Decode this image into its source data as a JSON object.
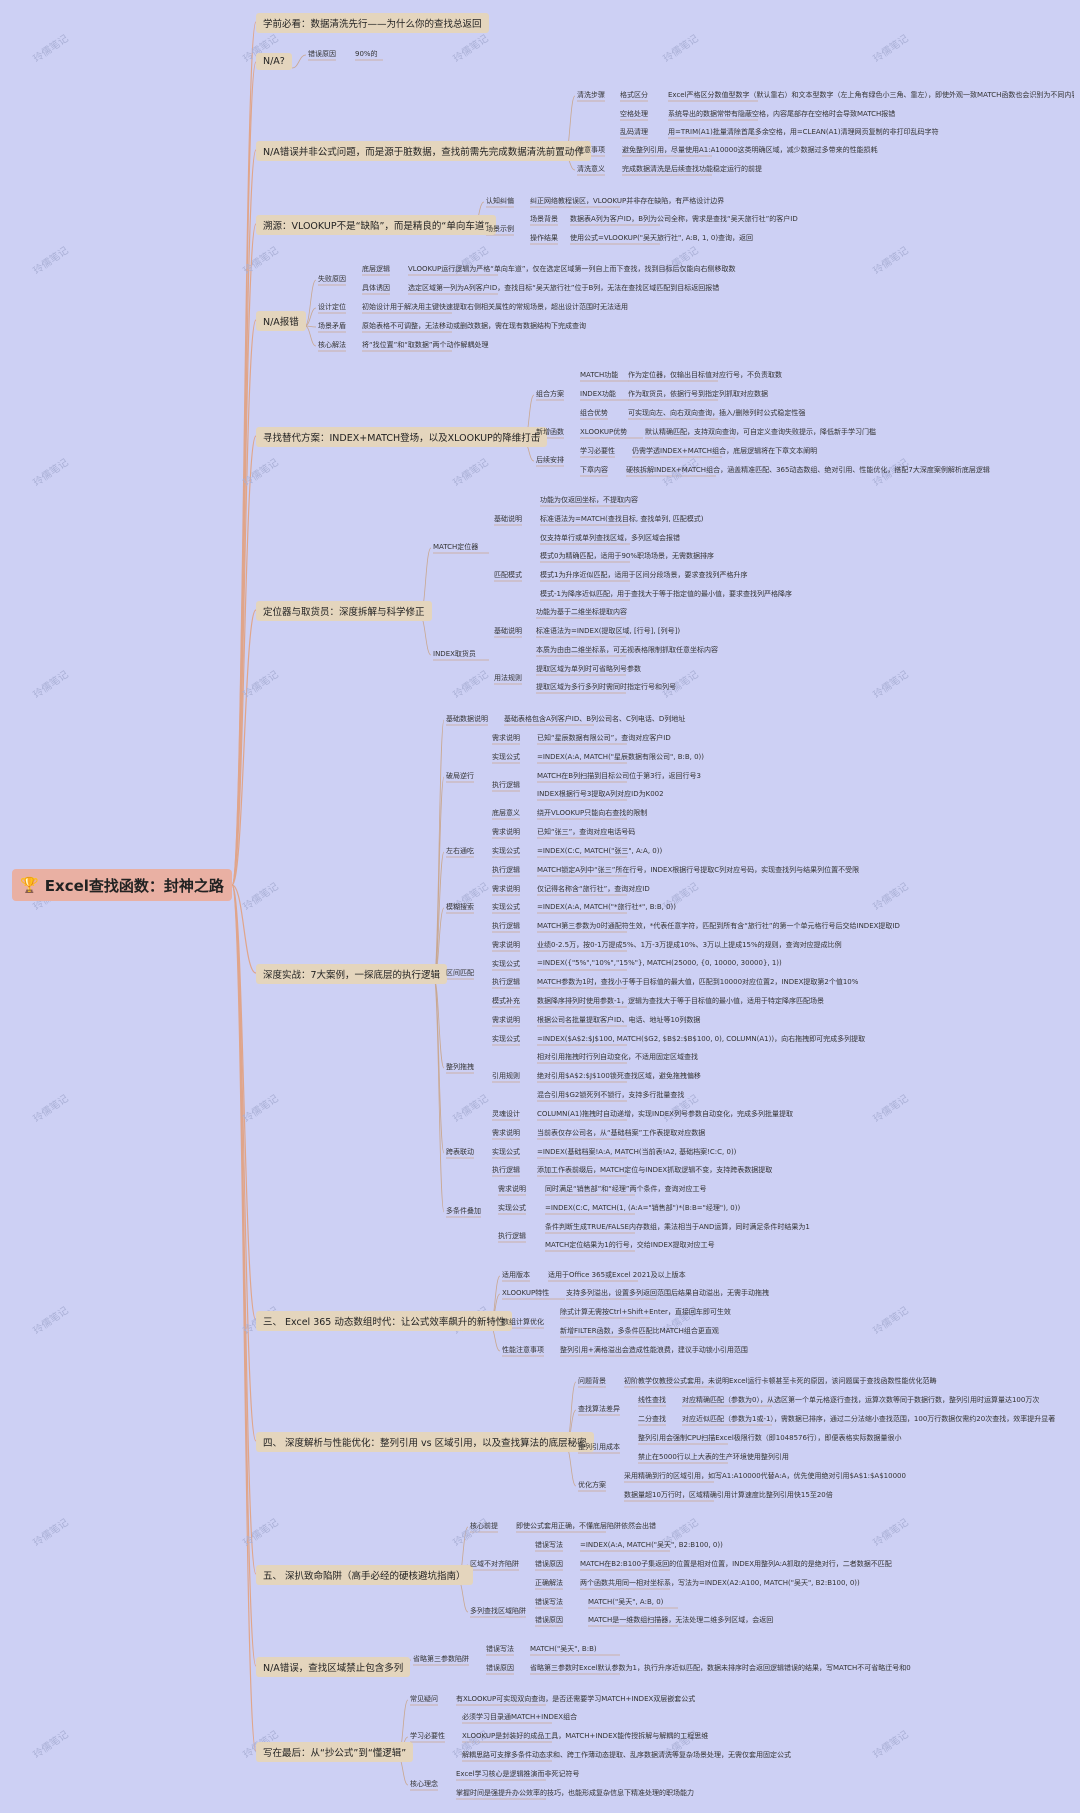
{
  "root": {
    "icon": "🏆",
    "title": "Excel查找函数：封神之路"
  },
  "watermark": "玲儒笔记",
  "b1": "学前必看：数据清洗先行——为什么你的查找总返回",
  "b2": {
    "t": "N/A?",
    "k": "错误原因",
    "v": "90%的"
  },
  "b3": {
    "t": "N/A错误并非公式问题，而是源于脏数据，查找前需先完成数据清洗前置动作",
    "k1": "清洗步骤",
    "s1": "格式区分",
    "s1v": "Excel严格区分数值型数字（默认靠右）和文本型数字（左上角有绿色小三角、靠左），即使外观一致MATCH函数也会识别为不同内容",
    "s2": "空格处理",
    "s2v": "系统导出的数据常带有隐蔽空格，内容尾部存在空格时会导致MATCH报错",
    "s3": "乱码清理",
    "s3v": "用=TRIM(A1)批量清除首尾多余空格，用=CLEAN(A1)清理网页复制的非打印乱码字符",
    "k2": "注意事项",
    "k2v": "避免整列引用，尽量使用A1:A10000这类明确区域，减少数据过多带来的性能损耗",
    "k3": "清洗意义",
    "k3v": "完成数据清洗是后续查找功能稳定运行的前提"
  },
  "b4": {
    "t": "溯源：VLOOKUP不是“缺陷”，而是精良的“单向车道”",
    "k1": "认知纠偏",
    "k1v": "纠正网络教程误区，VLOOKUP并非存在缺陷，有严格设计边界",
    "k2": "场景示例",
    "s1": "场景背景",
    "s1v": "数据表A列为客户ID，B列为公司全称，需求是查找“吴天旅行社”的客户ID",
    "s2": "操作结果",
    "s2v": "使用公式=VLOOKUP(\"吴天旅行社\", A:B, 1, 0)查询，返回"
  },
  "b5": {
    "t": "N/A报错",
    "k1": "失败原因",
    "s1": "底层逻辑",
    "s1v": "VLOOKUP运行逻辑为严格“单向车道”，仅在选定区域第一列自上而下查找，找到目标后仅能向右侧移取数",
    "s2": "具体诱因",
    "s2v": "选定区域第一列为A列客户ID，查找目标“吴天旅行社”位于B列，无法在查找区域匹配到目标返回报错",
    "k2": "设计定位",
    "k2v": "初始设计用于解决用主键快速提取右侧相关属性的常规场景，超出设计范围时无法适用",
    "k3": "场景矛盾",
    "k3v": "原始表格不可调整，无法移动或删改数据，需在现有数据结构下完成查询",
    "k4": "核心解法",
    "k4v": "将“找位置”和“取数据”两个动作解耦处理"
  },
  "b6": {
    "t": "寻找替代方案：INDEX+MATCH登场，以及XLOOKUP的降维打击",
    "k1": "组合方案",
    "s1": "MATCH功能",
    "s1v": "作为定位器，仅输出目标值对应行号，不负责取数",
    "s2": "INDEX功能",
    "s2v": "作为取货员，依据行号到指定列抓取对应数据",
    "s3": "组合优势",
    "s3v": "可实现向左、向右双向查询，插入/删除列时公式稳定性强",
    "k2": "新增函数",
    "k2s": "XLOOKUP优势",
    "k2v": "默认精确匹配，支持双向查询，可自定义查询失败提示，降低新手学习门槛",
    "k3": "后续安排",
    "s4": "学习必要性",
    "s4v": "仍需学透INDEX+MATCH组合，底层逻辑将在下章文本阐明",
    "s5": "下章内容",
    "s5v": "硬核拆解INDEX+MATCH组合，涵盖精准匹配、365动态数组、绝对引用、性能优化，搭配7大深度案例解析底层逻辑"
  },
  "b7": {
    "t": "定位器与取货员：深度拆解与科学修正",
    "m": "MATCH定位器",
    "m1": "基础说明",
    "m1a": "功能为仅返回坐标，不提取内容",
    "m1b": "标准语法为=MATCH(查找目标, 查找单列, 匹配模式)",
    "m1c": "仅支持单行或单列查找区域，多列区域会报错",
    "m2": "匹配模式",
    "m2a": "模式0为精确匹配，适用于90%职场场景，无需数据排序",
    "m2b": "模式1为升序近似匹配，适用于区间分段场景，要求查找列严格升序",
    "m2c": "模式-1为降序近似匹配，用于查找大于等于指定值的最小值，要求查找列严格降序",
    "x": "INDEX取货员",
    "x1": "基础说明",
    "x1a": "功能为基于二维坐标提取内容",
    "x1b": "标准语法为=INDEX(提取区域, [行号], [列号])",
    "x1c": "本质为由由二维坐标系，可无视表格限制抓取任意坐标内容",
    "x2": "用法规则",
    "x2a": "提取区域为单列时可省略列号参数",
    "x2b": "提取区域为多行多列时需同时指定行号和列号"
  },
  "b8": {
    "t": "深度实战：7大案例，一探底层的执行逻辑",
    "base": "基础数据说明",
    "basev": "基础表格包含A列客户ID、B列公司名、C列电话、D列地址",
    "c1": "破局逆行",
    "c1a": "需求说明",
    "c1av": "已知“星辰数据有限公司”，查询对应客户ID",
    "c1b": "实现公式",
    "c1bv": "=INDEX(A:A, MATCH(\"星辰数据有限公司\", B:B, 0))",
    "c1c": "执行逻辑",
    "c1cv1": "MATCH在B列扫描到目标公司位于第3行，返回行号3",
    "c1cv2": "INDEX根据行号3提取A列对应ID为K002",
    "c1d": "底层意义",
    "c1dv": "绕开VLOOKUP只能向右查找的限制",
    "c2": "左右通吃",
    "c2a": "需求说明",
    "c2av": "已知“张三”，查询对应电话号码",
    "c2b": "实现公式",
    "c2bv": "=INDEX(C:C, MATCH(\"张三\", A:A, 0))",
    "c2c": "执行逻辑",
    "c2cv": "MATCH锁定A列中“张三”所在行号，INDEX根据行号提取C列对应号码，实现查找列与结果列位置不受限",
    "c3": "模糊搜索",
    "c3a": "需求说明",
    "c3av": "仅记得名称含“旅行社”，查询对应ID",
    "c3b": "实现公式",
    "c3bv": "=INDEX(A:A, MATCH(\"*旅行社*\", B:B, 0))",
    "c3c": "执行逻辑",
    "c3cv": "MATCH第三参数为0时通配符生效，*代表任意字符，匹配到所有含“旅行社”的第一个单元格行号后交给INDEX提取ID",
    "c4": "区间匹配",
    "c4a": "需求说明",
    "c4av": "业绩0-2.5万，按0-1万提成5%、1万-3万提成10%、3万以上提成15%的规则，查询对应提成比例",
    "c4b": "实现公式",
    "c4bv": "=INDEX({\"5%\",\"10%\",\"15%\"}, MATCH(25000, {0, 10000, 30000}, 1))",
    "c4c": "执行逻辑",
    "c4cv": "MATCH参数为1时，查找小于等于目标值的最大值，匹配到10000对应位置2，INDEX提取第2个值10%",
    "c4d": "模式补充",
    "c4dv": "数据降序排列时使用参数-1，逻辑为查找大于等于目标值的最小值，适用于特定降序匹配场景",
    "c5": "整列拖拽",
    "c5a": "需求说明",
    "c5av": "根据公司名批量提取客户ID、电话、地址等10列数据",
    "c5b": "实现公式",
    "c5bv": "=INDEX($A$2:$J$100, MATCH($G2, $B$2:$B$100, 0), COLUMN(A1))，向右拖拽即可完成多列提取",
    "c5c": "引用规则",
    "c5cv1": "相对引用拖拽时行列自动变化，不适用固定区域查找",
    "c5cv2": "绝对引用$A$2:$J$100锁死查找区域，避免拖拽偏移",
    "c5cv3": "混合引用$G2锁死列不锁行，支持多行批量查找",
    "c5d": "灵魂设计",
    "c5dv": "COLUMN(A1)拖拽时自动递增，实现INDEX列号参数自动变化，完成多列批量提取",
    "c6": "跨表联动",
    "c6a": "需求说明",
    "c6av": "当前表仅存公司名，从“基础档案”工作表提取对应数据",
    "c6b": "实现公式",
    "c6bv": "=INDEX(基础档案!A:A, MATCH(当前表!A2, 基础档案!C:C, 0))",
    "c6c": "执行逻辑",
    "c6cv": "添加工作表前缀后，MATCH定位与INDEX抓取逻辑不变，支持跨表数据提取",
    "c7": "多条件叠加",
    "c7a": "需求说明",
    "c7av": "同时满足“销售部”和“经理”两个条件，查询对应工号",
    "c7b": "实现公式",
    "c7bv": "=INDEX(C:C, MATCH(1, (A:A=\"销售部\")*(B:B=\"经理\"), 0))",
    "c7c": "执行逻辑",
    "c7cv1": "条件判断生成TRUE/FALSE内存数组，乘法相当于AND运算，同时满足条件时结果为1",
    "c7cv2": "MATCH定位结果为1的行号，交给INDEX提取对应工号"
  },
  "b9": {
    "t": "三、 Excel 365 动态数组时代：让公式效率飙升的新特性",
    "k1": "适用版本",
    "k1v": "适用于Office 365或Excel 2021及以上版本",
    "k2": "XLOOKUP特性",
    "k2v": "支持多列溢出，设置多列返回范围后结果自动溢出，无需手动拖拽",
    "k3": "数组计算优化",
    "k3a": "除式计算无需按Ctrl+Shift+Enter，直接回车即可生效",
    "k3b": "新增FILTER函数，多条件匹配比MATCH组合更直观",
    "k4": "性能注意事项",
    "k4v": "整列引用+满格溢出会造成性能浪费，建议手动锁小引用范围"
  },
  "b10": {
    "t": "四、 深度解析与性能优化：整列引用 vs 区域引用，以及查找算法的底层秘密",
    "k1": "问题背景",
    "k1v": "初阶教学仅教授公式套用，未说明Excel运行卡顿甚至卡死的原因，该问题属于查找函数性能优化范畴",
    "k2": "查找算法差异",
    "s1": "线性查找",
    "s1v": "对应精确匹配（参数为0），从选区第一个单元格逐行查找，运算次数等同于数据行数，整列引用时运算量达100万次",
    "s2": "二分查找",
    "s2v": "对应近似匹配（参数为1或-1），需数据已排序，通过二分法缩小查找范围，100万行数据仅需约20次查找，效率提升显著",
    "k3": "整列引用成本",
    "k3a": "整列引用会强制CPU扫描Excel极限行数（即1048576行），即便表格实际数据量很小",
    "k3b": "禁止在5000行以上大表的生产环境使用整列引用",
    "k4": "优化方案",
    "k4a": "采用精确到行的区域引用，如写A1:A10000代替A:A，优先使用绝对引用$A$1:$A$10000",
    "k4b": "数据量超10万行时，区域精确引用计算速度比整列引用快15至20倍"
  },
  "b11": {
    "t": "五、 深扒致命陷阱（高手必经的硬核避坑指南）",
    "k1": "核心前提",
    "k1v": "即使公式套用正确，不懂底层陷阱依然会出错",
    "k2": "区域不对齐陷阱",
    "s1": "错误写法",
    "s1v": "=INDEX(A:A, MATCH(\"吴天\", B2:B100, 0))",
    "s2": "错误原因",
    "s2v": "MATCH在B2:B100子集返回的位置是相对位置，INDEX用整列A:A抓取的是绝对行，二者数据不匹配",
    "s3": "正确解法",
    "s3v": "两个函数共用同一相对坐标系，写法为=INDEX(A2:A100, MATCH(\"吴天\", B2:B100, 0))",
    "k3": "多列查找区域陷阱",
    "s4": "错误写法",
    "s4v": "MATCH(\"吴天\", A:B, 0)",
    "s5": "错误原因",
    "s5v": "MATCH是一维数组扫描器，无法处理二维多列区域，会返回"
  },
  "b12": {
    "t": "N/A错误，查找区域禁止包含多列",
    "k": "省略第三参数陷阱",
    "s1": "错误写法",
    "s1v": "MATCH(\"吴天\", B:B)",
    "s2": "错误原因",
    "s2v": "省略第三参数时Excel默认参数为1，执行升序近似匹配，数据未排序时会返回逻辑错误的结果，写MATCH不可省略迂号和0"
  },
  "b13": {
    "t": "写在最后：从“抄公式”到“懂逻辑”",
    "k1": "常见疑问",
    "k1v": "有XLOOKUP可实现双向查询，是否还需要学习MATCH+INDEX双层嵌套公式",
    "k2": "学习必要性",
    "k2a": "必须学习目录通MATCH+INDEX组合",
    "k2b": "XLOOKUP是封装好的成品工具，MATCH+INDEX能传授拆解与解耦的工程思维",
    "k2c": "解耦思路可支撑多条件动态求和、跨工作薄动态提取、乱序数据清洗等复杂场景处理，无需仅套用固定公式",
    "k3": "核心理念",
    "k3a": "Excel学习核心是逻辑推演而非死记符号",
    "k3b": "掌握时间是强提升办公效率的技巧，也能形成复杂信息下精准处理的职场能力"
  }
}
